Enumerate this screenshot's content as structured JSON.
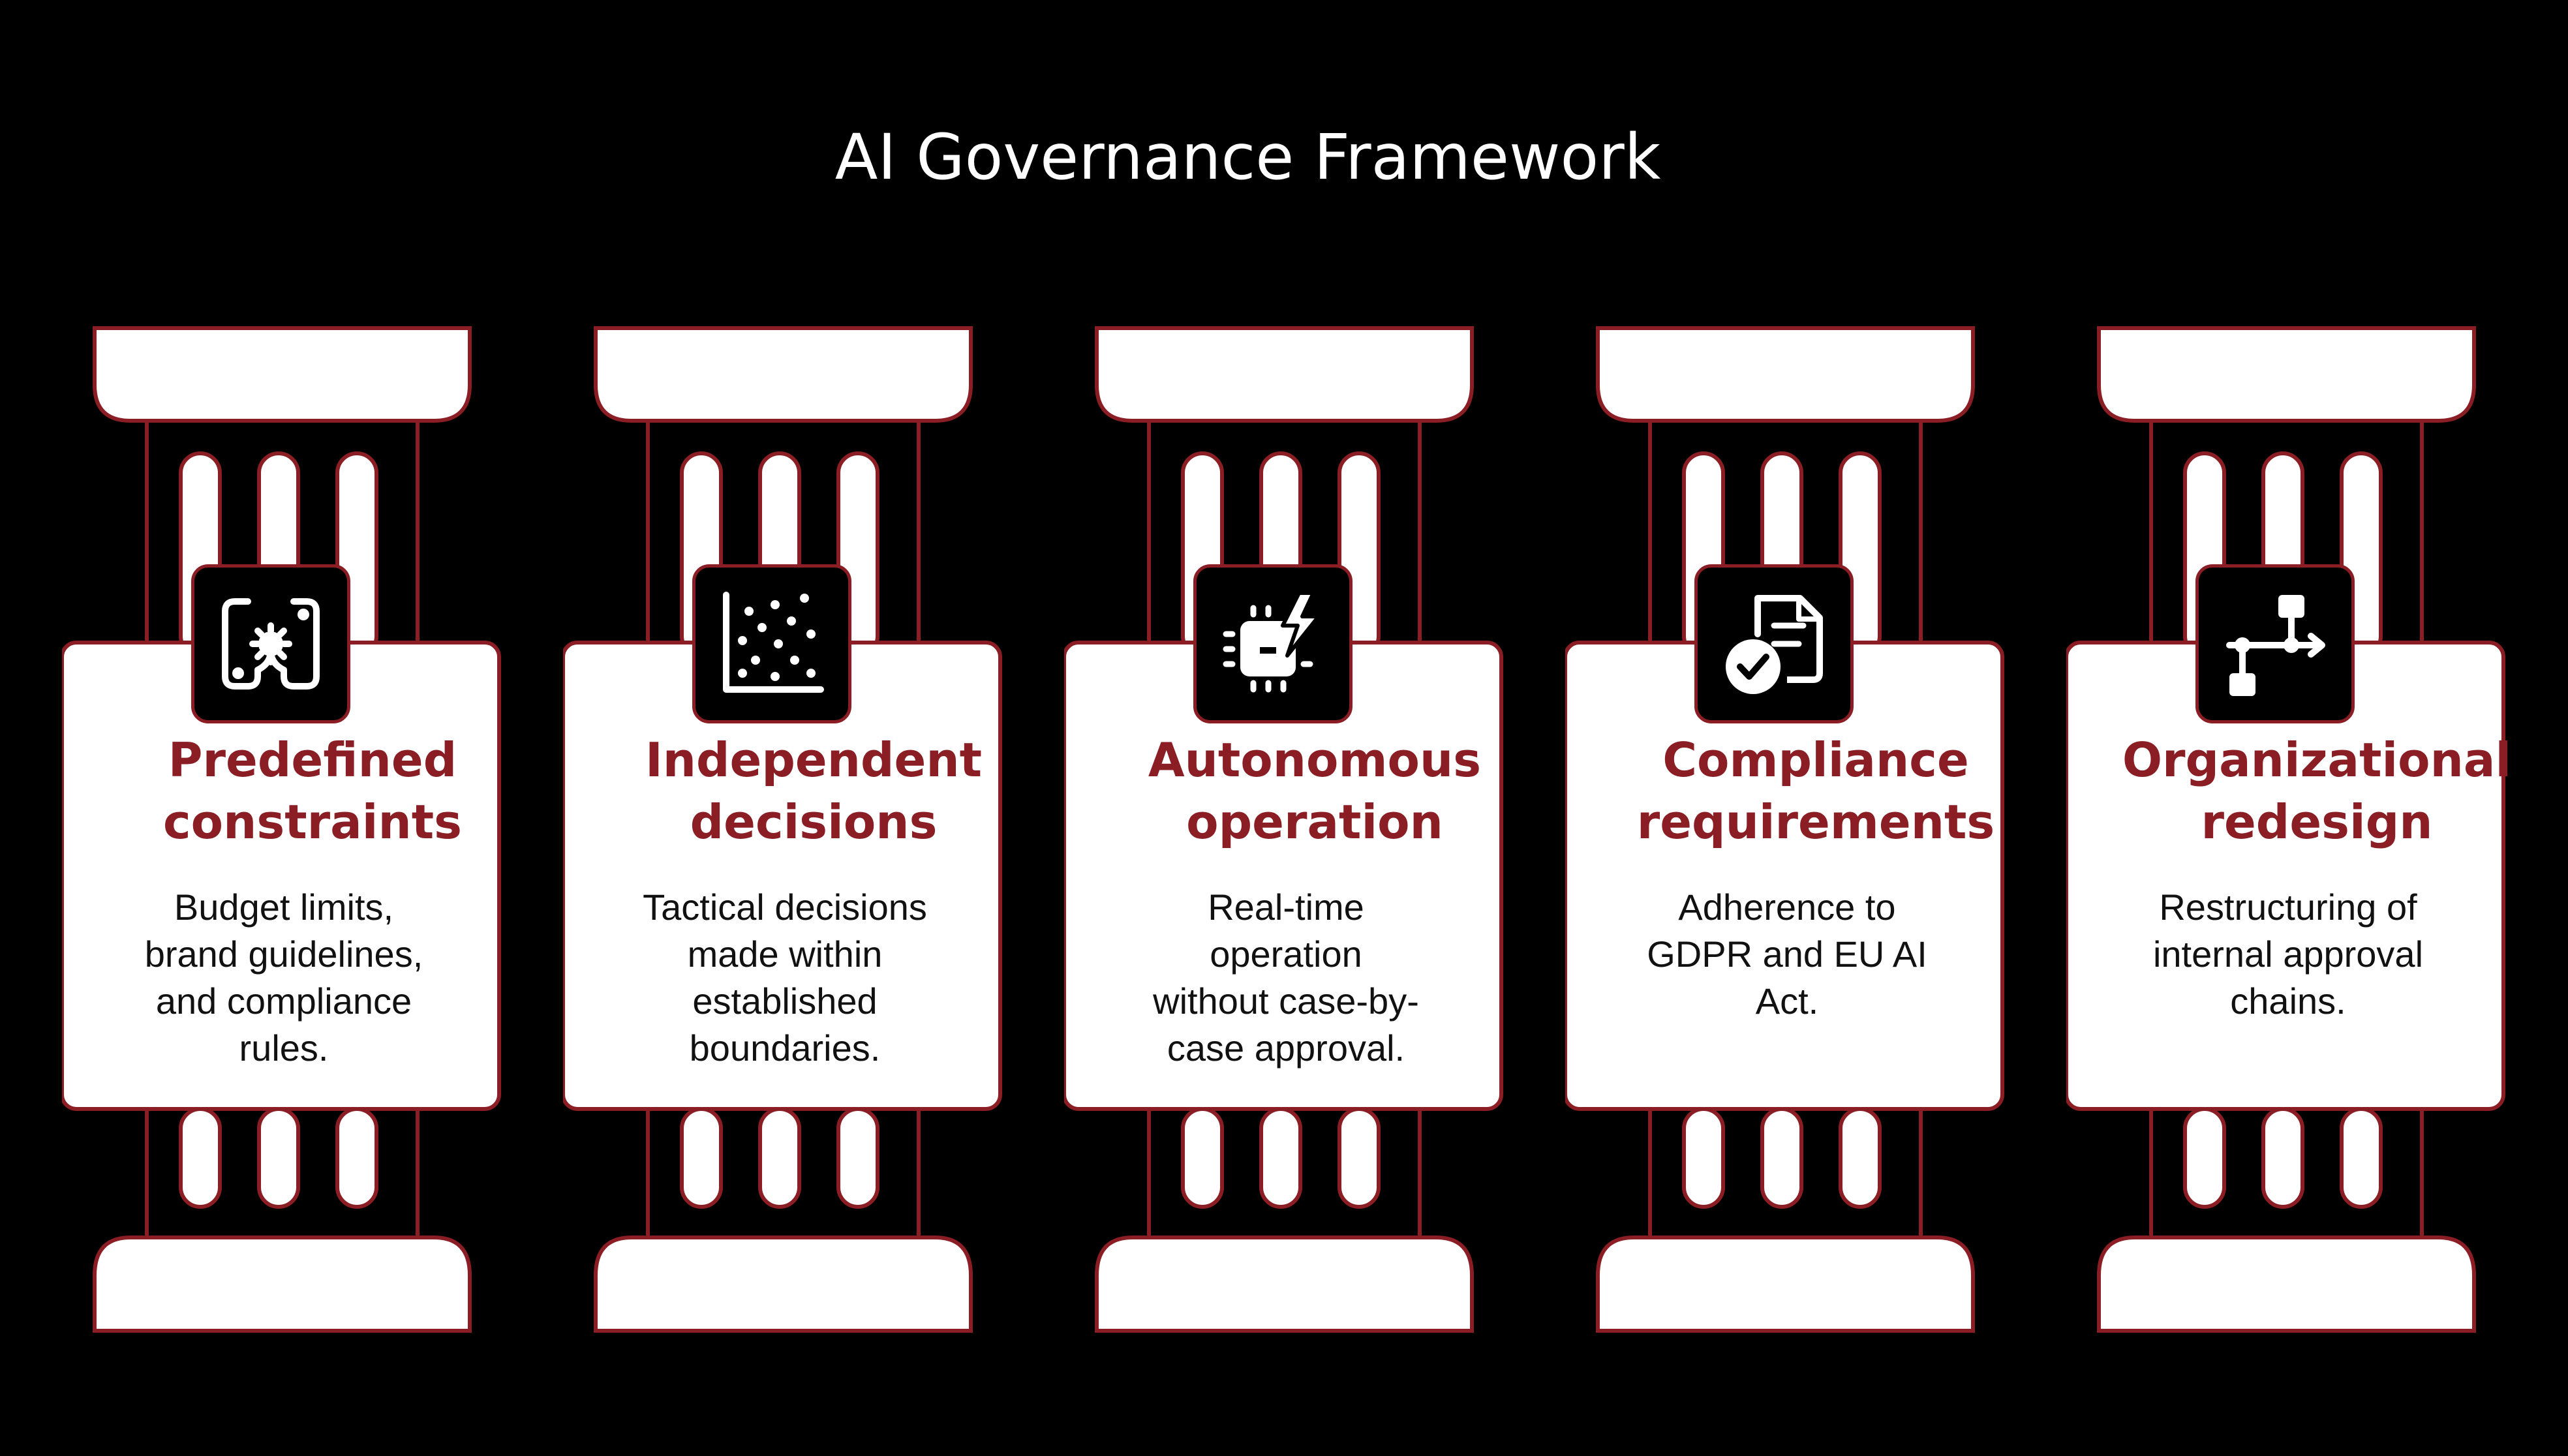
{
  "title": "AI Governance Framework",
  "colors": {
    "background": "#000000",
    "accent": "#8b1d24",
    "card": "#ffffff",
    "text": "#111111"
  },
  "pillars": [
    {
      "icon": "gear-in-brackets-icon",
      "title_line1": "Predefined",
      "title_line2": "constraints",
      "text_lines": [
        "Budget limits,",
        "brand guidelines,",
        "and compliance",
        "rules."
      ]
    },
    {
      "icon": "scatter-chart-icon",
      "title_line1": "Independent",
      "title_line2": "decisions",
      "text_lines": [
        "Tactical decisions",
        "made within",
        "established",
        "boundaries."
      ]
    },
    {
      "icon": "chip-lightning-icon",
      "title_line1": "Autonomous",
      "title_line2": "operation",
      "text_lines": [
        "Real-time",
        "operation",
        "without case-by-",
        "case approval."
      ]
    },
    {
      "icon": "document-check-icon",
      "title_line1": "Compliance",
      "title_line2": "requirements",
      "text_lines": [
        "Adherence to",
        "GDPR and EU AI",
        "Act."
      ]
    },
    {
      "icon": "workflow-icon",
      "title_line1": "Organizational",
      "title_line2": "redesign",
      "text_lines": [
        "Restructuring of",
        "internal approval",
        "chains."
      ]
    }
  ]
}
